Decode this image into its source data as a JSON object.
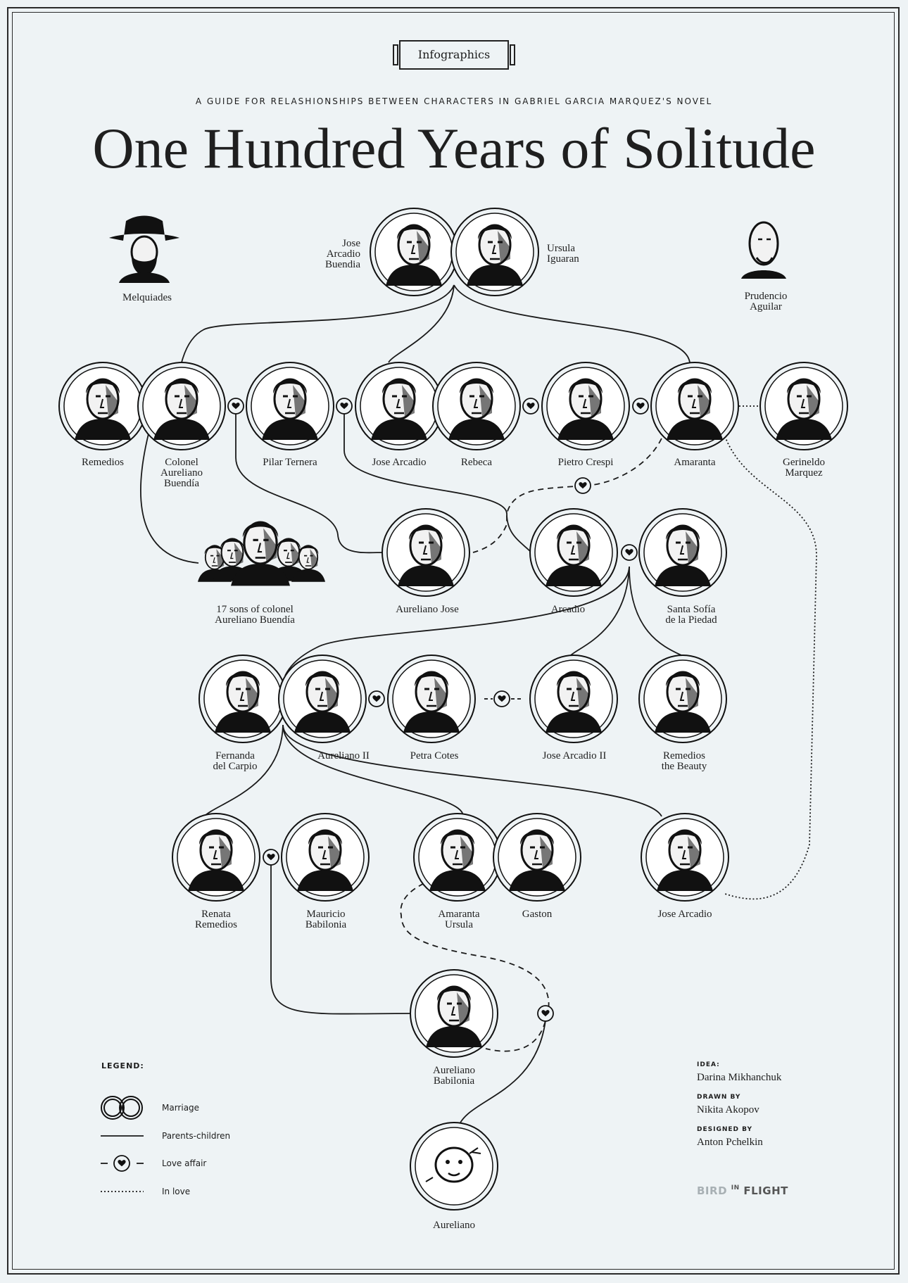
{
  "header": {
    "tag": "Infographics",
    "subtitle": "A GUIDE FOR RELASHIONSHIPS BETWEEN CHARACTERS IN GABRIEL GARCIA MARQUEZ'S NOVEL",
    "title": "One Hundred Years of Solitude"
  },
  "characters": {
    "jose_arcadio_buendia": "Jose\nArcadio\nBuendia",
    "ursula": "Ursula\nIguaran",
    "melquiades": "Melquiades",
    "prudencio": "Prudencio\nAguilar",
    "remedios": "Remedios",
    "colonel": "Colonel\nAureliano\nBuendía",
    "pilar": "Pilar Ternera",
    "jose_arcadio": "Jose Arcadio",
    "rebeca": "Rebeca",
    "pietro": "Pietro Crespi",
    "amaranta": "Amaranta",
    "gerineldo": "Gerineldo\nMarquez",
    "sons17": "17 sons of colonel\nAureliano Buendía",
    "aureliano_jose": "Aureliano Jose",
    "arcadio": "Arcadio",
    "santa_sofia": "Santa Sofía\nde la Piedad",
    "fernanda": "Fernanda\ndel Carpio",
    "aureliano_ii": "Aureliano II",
    "petra": "Petra Cotes",
    "jose_arcadio_ii": "Jose Arcadio II",
    "remedios_beauty": "Remedios\nthe Beauty",
    "renata": "Renata\nRemedios",
    "mauricio": "Mauricio\nBabilonia",
    "amaranta_ursula": "Amaranta\nUrsula",
    "gaston": "Gaston",
    "jose_arcadio_3": "Jose Arcadio",
    "aureliano_babilonia": "Aureliano\nBabilonia",
    "aureliano": "Aureliano"
  },
  "legend": {
    "title": "LEGEND:",
    "marriage": "Marriage",
    "parents_children": "Parents-children",
    "love_affair": "Love affair",
    "in_love": "In love"
  },
  "credits": {
    "idea_label": "IDEA:",
    "idea_name": "Darina Mikhanchuk",
    "drawn_label": "DRAWN BY",
    "drawn_name": "Nikita Akopov",
    "designed_label": "DESIGNED BY",
    "designed_name": "Anton Pchelkin"
  },
  "brand": {
    "bird": "BIRD",
    "in": "IN",
    "flight": "FLIGHT"
  }
}
